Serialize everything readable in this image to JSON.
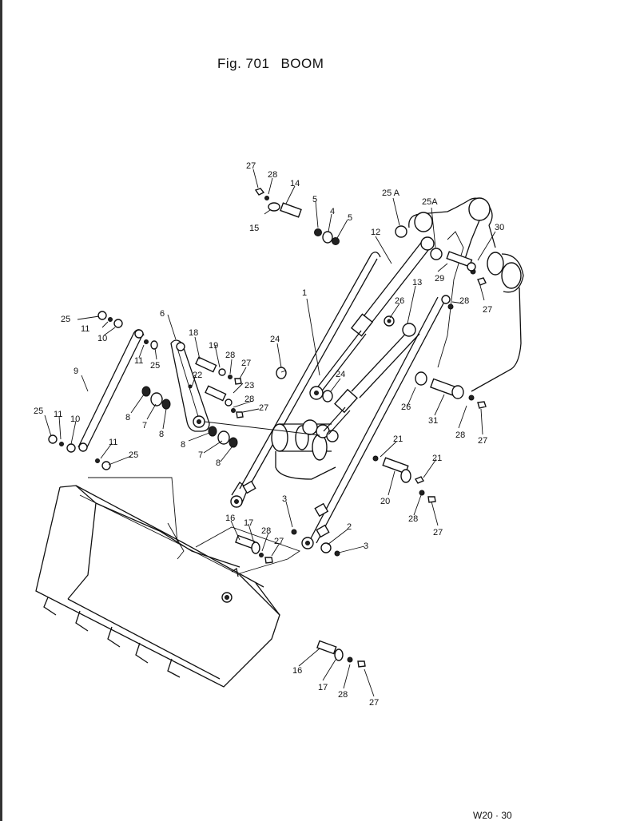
{
  "figure": {
    "title_number": "Fig. 701",
    "title_name": "BOOM",
    "code": "W20 · 30"
  },
  "callouts": [
    {
      "id": "c01",
      "text": "27"
    },
    {
      "id": "c02",
      "text": "28"
    },
    {
      "id": "c03",
      "text": "14"
    },
    {
      "id": "c04",
      "text": "15"
    },
    {
      "id": "c05",
      "text": "5"
    },
    {
      "id": "c06",
      "text": "4"
    },
    {
      "id": "c07",
      "text": "5"
    },
    {
      "id": "c08",
      "text": "25 A"
    },
    {
      "id": "c09",
      "text": "25A"
    },
    {
      "id": "c10",
      "text": "12"
    },
    {
      "id": "c11",
      "text": "30"
    },
    {
      "id": "c12",
      "text": "29"
    },
    {
      "id": "c13",
      "text": "13"
    },
    {
      "id": "c14",
      "text": "28"
    },
    {
      "id": "c15",
      "text": "27"
    },
    {
      "id": "c16",
      "text": "1"
    },
    {
      "id": "c17",
      "text": "26"
    },
    {
      "id": "c18",
      "text": "25"
    },
    {
      "id": "c19",
      "text": "11"
    },
    {
      "id": "c20",
      "text": "10"
    },
    {
      "id": "c21",
      "text": "6"
    },
    {
      "id": "c22",
      "text": "18"
    },
    {
      "id": "c23",
      "text": "19"
    },
    {
      "id": "c24",
      "text": "28"
    },
    {
      "id": "c25",
      "text": "27"
    },
    {
      "id": "c26",
      "text": "11"
    },
    {
      "id": "c27",
      "text": "25"
    },
    {
      "id": "c28",
      "text": "22"
    },
    {
      "id": "c29",
      "text": "23"
    },
    {
      "id": "c30",
      "text": "24"
    },
    {
      "id": "c31",
      "text": "24"
    },
    {
      "id": "c32",
      "text": "9"
    },
    {
      "id": "c33",
      "text": "28"
    },
    {
      "id": "c34",
      "text": "27"
    },
    {
      "id": "c35",
      "text": "26"
    },
    {
      "id": "c36",
      "text": "31"
    },
    {
      "id": "c37",
      "text": "8"
    },
    {
      "id": "c38",
      "text": "7"
    },
    {
      "id": "c39",
      "text": "8"
    },
    {
      "id": "c40",
      "text": "28"
    },
    {
      "id": "c41",
      "text": "27"
    },
    {
      "id": "c42",
      "text": "25"
    },
    {
      "id": "c43",
      "text": "11"
    },
    {
      "id": "c44",
      "text": "10"
    },
    {
      "id": "c45",
      "text": "8"
    },
    {
      "id": "c46",
      "text": "7"
    },
    {
      "id": "c47",
      "text": "8"
    },
    {
      "id": "c48",
      "text": "21"
    },
    {
      "id": "c49",
      "text": "21"
    },
    {
      "id": "c50",
      "text": "11"
    },
    {
      "id": "c51",
      "text": "25"
    },
    {
      "id": "c52",
      "text": "20"
    },
    {
      "id": "c53",
      "text": "28"
    },
    {
      "id": "c54",
      "text": "27"
    },
    {
      "id": "c55",
      "text": "3"
    },
    {
      "id": "c56",
      "text": "2"
    },
    {
      "id": "c57",
      "text": "3"
    },
    {
      "id": "c58",
      "text": "16"
    },
    {
      "id": "c59",
      "text": "17"
    },
    {
      "id": "c60",
      "text": "28"
    },
    {
      "id": "c61",
      "text": "27"
    },
    {
      "id": "c62",
      "text": "16"
    },
    {
      "id": "c63",
      "text": "17"
    },
    {
      "id": "c64",
      "text": "28"
    },
    {
      "id": "c65",
      "text": "27"
    }
  ]
}
